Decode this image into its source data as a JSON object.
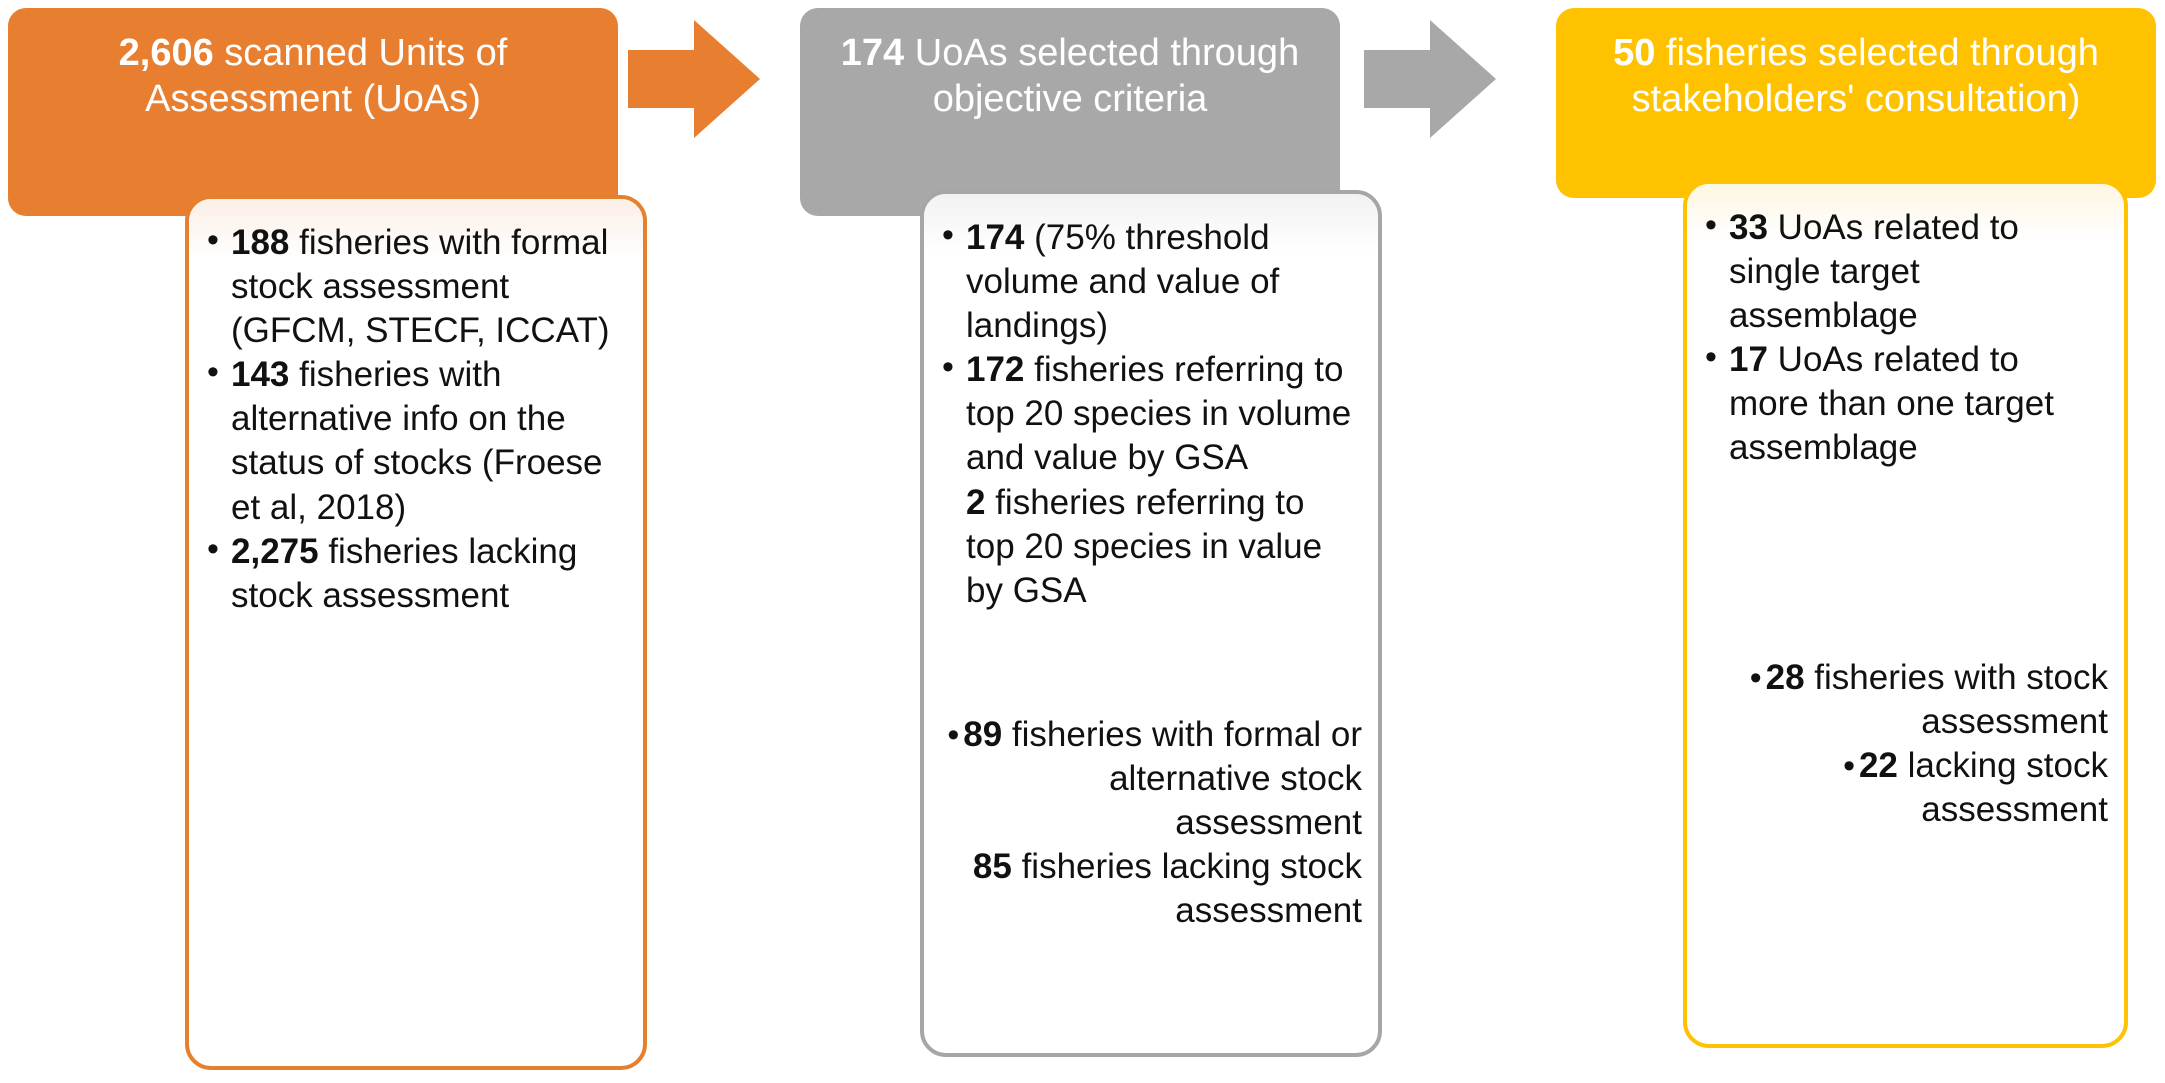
{
  "diagram": {
    "title": "Fisheries Units of Assessment selection flow",
    "colors": {
      "stage1": "#E87E2F",
      "stage2": "#A8A8A8",
      "stage3": "#FFC200",
      "text_dark": "#111111",
      "text_light": "#FFFFFF"
    },
    "stages": [
      {
        "id": "stage-1",
        "header": {
          "number": "2,606",
          "text": " scanned Units of Assessment (UoAs)",
          "accent": "#E87E2F"
        },
        "blocks": [
          {
            "align": "left",
            "items": [
              {
                "bullet": true,
                "number": "188",
                "text": " fisheries with formal stock assessment (GFCM, STECF, ICCAT)"
              },
              {
                "bullet": true,
                "number": "143",
                "text": " fisheries with alternative info on the status of stocks (Froese et al, 2018)"
              },
              {
                "bullet": true,
                "number": "2,275",
                "text": " fisheries lacking stock assessment"
              }
            ]
          }
        ]
      },
      {
        "id": "stage-2",
        "header": {
          "number": "174",
          "text": " UoAs selected through objective criteria",
          "accent": "#A8A8A8"
        },
        "blocks": [
          {
            "align": "left",
            "items": [
              {
                "bullet": true,
                "number": "174",
                "text": " (75% threshold volume and value of landings)"
              },
              {
                "bullet": true,
                "number": "172",
                "text": " fisheries referring to top 20 species in volume and value by GSA"
              },
              {
                "bullet": false,
                "number": "2",
                "text": " fisheries referring to top 20 species in value by GSA"
              }
            ]
          },
          {
            "align": "right",
            "spacer": true,
            "items": [
              {
                "bullet": true,
                "number": "89",
                "text": " fisheries  with formal or alternative stock assessment"
              },
              {
                "bullet": false,
                "number": "85",
                "text": " fisheries lacking stock assessment"
              }
            ]
          }
        ]
      },
      {
        "id": "stage-3",
        "header": {
          "number": "50",
          "text": " fisheries selected through stakeholders' consultation)",
          "accent": "#FFC200"
        },
        "blocks": [
          {
            "align": "left",
            "items": [
              {
                "bullet": true,
                "number": "33",
                "text": " UoAs related to single target assemblage"
              },
              {
                "bullet": true,
                "number": "17",
                "text": " UoAs related to more than one target assemblage"
              }
            ]
          },
          {
            "align": "right",
            "spacer": true,
            "items": [
              {
                "bullet": true,
                "number": "28",
                "text": " fisheries with stock assessment"
              },
              {
                "bullet": true,
                "number": "22",
                "text": " lacking stock assessment"
              }
            ]
          }
        ]
      }
    ],
    "arrows": [
      {
        "id": "arrow-1",
        "name": "arrow-right-orange",
        "color": "#E87E2F"
      },
      {
        "id": "arrow-2",
        "name": "arrow-right-grey",
        "color": "#A8A8A8"
      }
    ]
  }
}
